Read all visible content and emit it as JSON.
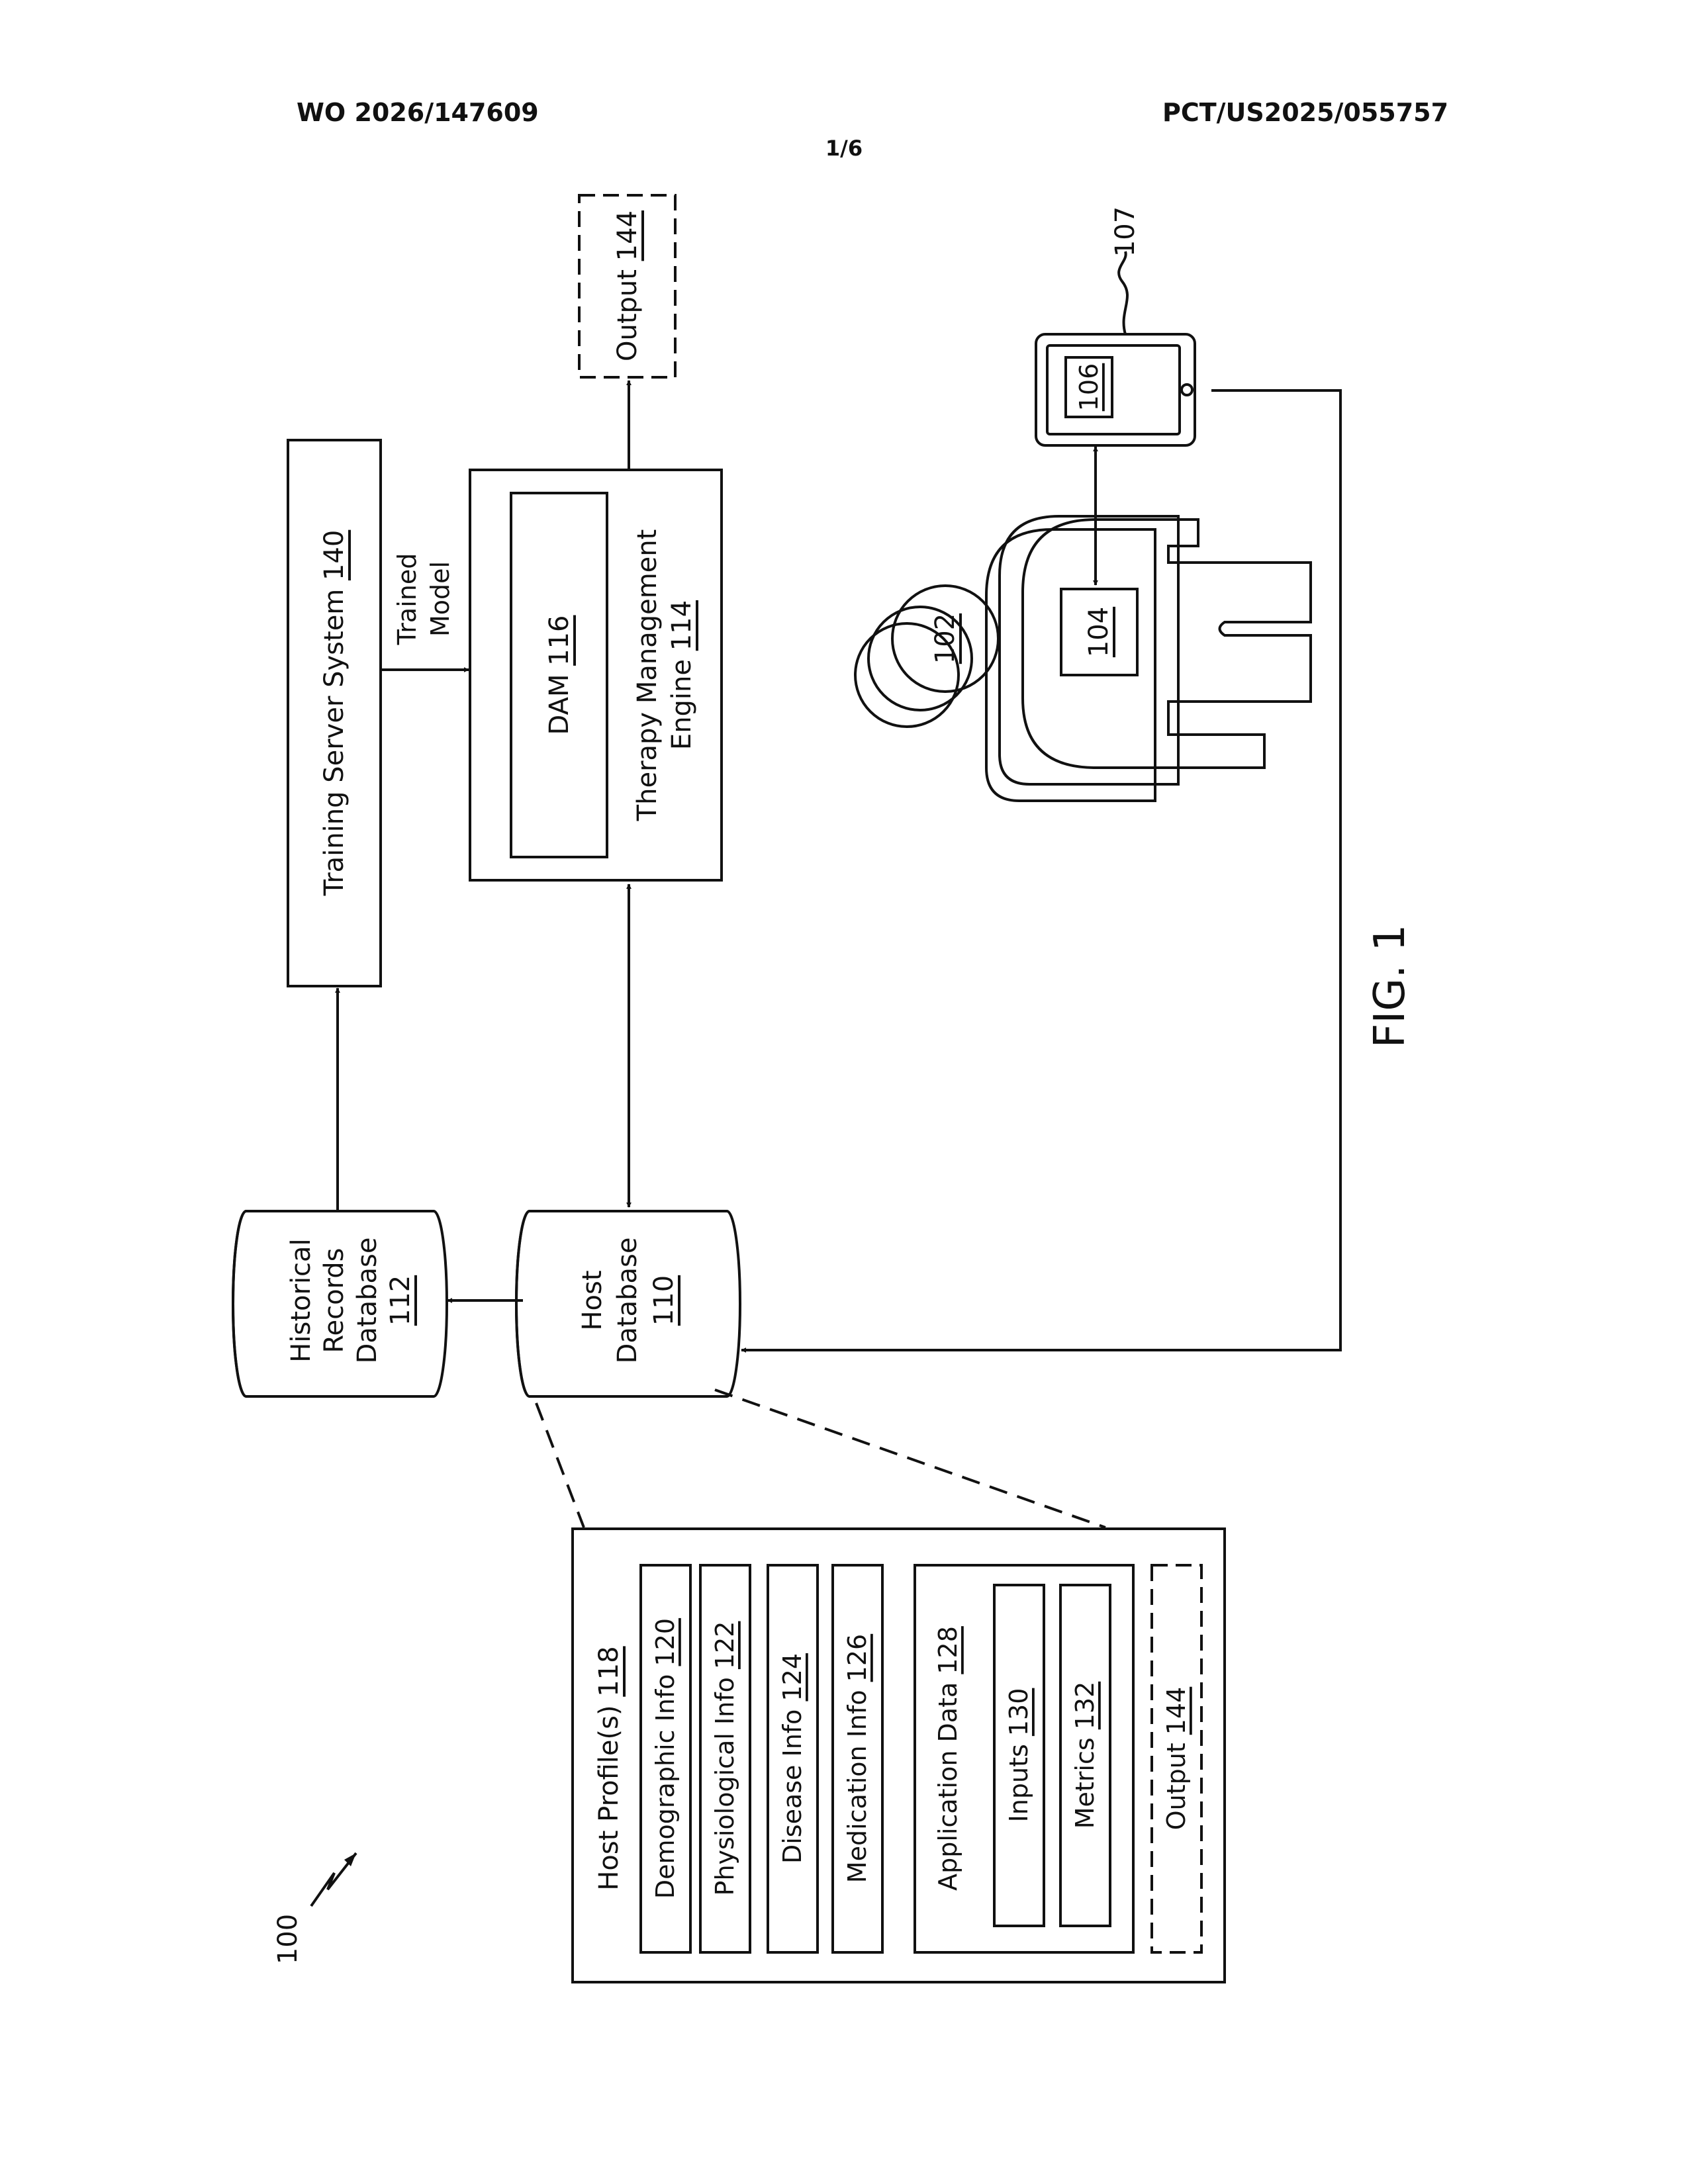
{
  "header": {
    "pub_number": "WO 2026/147609",
    "app_number": "PCT/US2025/055757",
    "sheet": "1/6"
  },
  "figure": {
    "label": "FIG. 1",
    "system_ref": "100",
    "training_server": {
      "text": "Training Server System ",
      "ref": "140"
    },
    "trained_model_line1": "Trained",
    "trained_model_line2": "Model",
    "dam": {
      "text": "DAM ",
      "ref": "116"
    },
    "tme_line1": "Therapy Management",
    "tme_line2": {
      "text": "Engine ",
      "ref": "114"
    },
    "output_top": {
      "text": "Output ",
      "ref": "144"
    },
    "historical_line1": "Historical",
    "historical_line2": "Records",
    "historical_line3": "Database",
    "historical_ref": "112",
    "host_db_line1": "Host",
    "host_db_line2": "Database",
    "host_db_ref": "110",
    "user_ref": "102",
    "wearable_ref": "104",
    "device_app_ref": "106",
    "device_ref": "107",
    "profile": {
      "title": {
        "text": "Host Profile(s) ",
        "ref": "118"
      },
      "demographic": {
        "text": "Demographic Info ",
        "ref": "120"
      },
      "physiological": {
        "text": "Physiological Info ",
        "ref": "122"
      },
      "disease": {
        "text": "Disease Info ",
        "ref": "124"
      },
      "medication": {
        "text": "Medication Info ",
        "ref": "126"
      },
      "application_data": {
        "text": "Application Data ",
        "ref": "128"
      },
      "inputs": {
        "text": "Inputs ",
        "ref": "130"
      },
      "metrics": {
        "text": "Metrics ",
        "ref": "132"
      },
      "output": {
        "text": "Output ",
        "ref": "144"
      }
    }
  }
}
